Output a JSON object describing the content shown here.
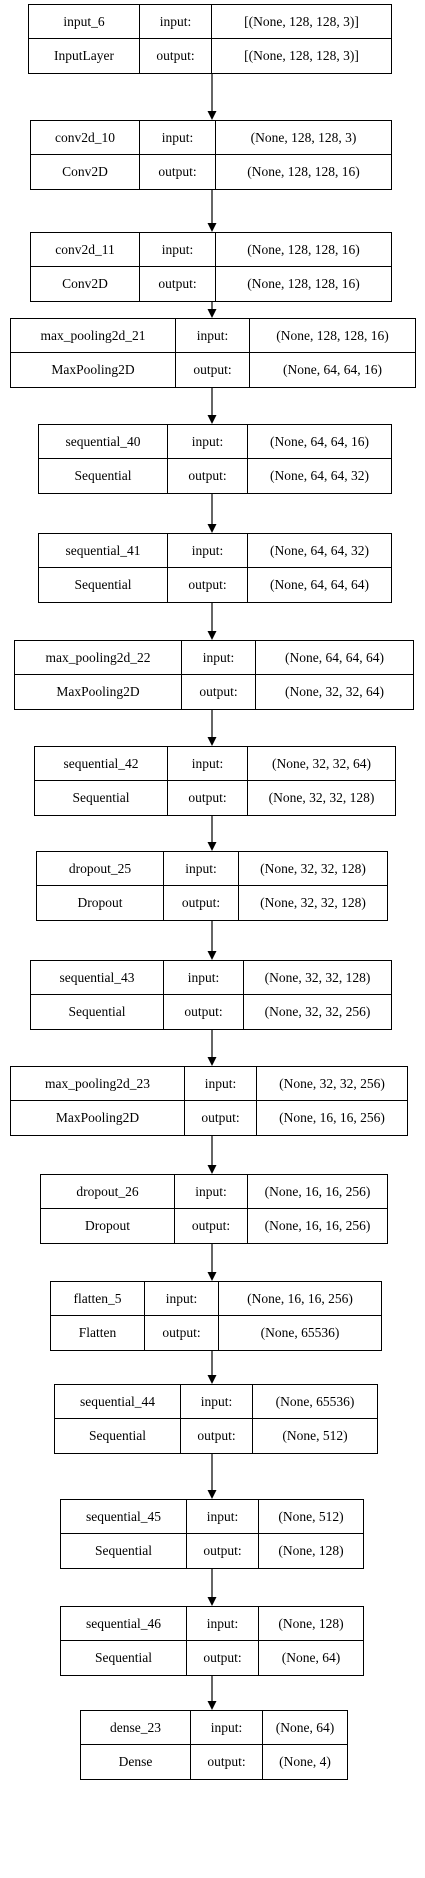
{
  "layers": [
    {
      "name": "input_6",
      "type": "InputLayer",
      "input_label": "input:",
      "output_label": "output:",
      "input": "[(None, 128, 128, 3)]",
      "output": "[(None, 128, 128, 3)]"
    },
    {
      "name": "conv2d_10",
      "type": "Conv2D",
      "input_label": "input:",
      "output_label": "output:",
      "input": "(None, 128, 128, 3)",
      "output": "(None, 128, 128, 16)"
    },
    {
      "name": "conv2d_11",
      "type": "Conv2D",
      "input_label": "input:",
      "output_label": "output:",
      "input": "(None, 128, 128, 16)",
      "output": "(None, 128, 128, 16)"
    },
    {
      "name": "max_pooling2d_21",
      "type": "MaxPooling2D",
      "input_label": "input:",
      "output_label": "output:",
      "input": "(None, 128, 128, 16)",
      "output": "(None, 64, 64, 16)"
    },
    {
      "name": "sequential_40",
      "type": "Sequential",
      "input_label": "input:",
      "output_label": "output:",
      "input": "(None, 64, 64, 16)",
      "output": "(None, 64, 64, 32)"
    },
    {
      "name": "sequential_41",
      "type": "Sequential",
      "input_label": "input:",
      "output_label": "output:",
      "input": "(None, 64, 64, 32)",
      "output": "(None, 64, 64, 64)"
    },
    {
      "name": "max_pooling2d_22",
      "type": "MaxPooling2D",
      "input_label": "input:",
      "output_label": "output:",
      "input": "(None, 64, 64, 64)",
      "output": "(None, 32, 32, 64)"
    },
    {
      "name": "sequential_42",
      "type": "Sequential",
      "input_label": "input:",
      "output_label": "output:",
      "input": "(None, 32, 32, 64)",
      "output": "(None, 32, 32, 128)"
    },
    {
      "name": "dropout_25",
      "type": "Dropout",
      "input_label": "input:",
      "output_label": "output:",
      "input": "(None, 32, 32, 128)",
      "output": "(None, 32, 32, 128)"
    },
    {
      "name": "sequential_43",
      "type": "Sequential",
      "input_label": "input:",
      "output_label": "output:",
      "input": "(None, 32, 32, 128)",
      "output": "(None, 32, 32, 256)"
    },
    {
      "name": "max_pooling2d_23",
      "type": "MaxPooling2D",
      "input_label": "input:",
      "output_label": "output:",
      "input": "(None, 32, 32, 256)",
      "output": "(None, 16, 16, 256)"
    },
    {
      "name": "dropout_26",
      "type": "Dropout",
      "input_label": "input:",
      "output_label": "output:",
      "input": "(None, 16, 16, 256)",
      "output": "(None, 16, 16, 256)"
    },
    {
      "name": "flatten_5",
      "type": "Flatten",
      "input_label": "input:",
      "output_label": "output:",
      "input": "(None, 16, 16, 256)",
      "output": "(None, 65536)"
    },
    {
      "name": "sequential_44",
      "type": "Sequential",
      "input_label": "input:",
      "output_label": "output:",
      "input": "(None, 65536)",
      "output": "(None, 512)"
    },
    {
      "name": "sequential_45",
      "type": "Sequential",
      "input_label": "input:",
      "output_label": "output:",
      "input": "(None, 512)",
      "output": "(None, 128)"
    },
    {
      "name": "sequential_46",
      "type": "Sequential",
      "input_label": "input:",
      "output_label": "output:",
      "input": "(None, 128)",
      "output": "(None, 64)"
    },
    {
      "name": "dense_23",
      "type": "Dense",
      "input_label": "input:",
      "output_label": "output:",
      "input": "(None, 64)",
      "output": "(None, 4)"
    }
  ]
}
